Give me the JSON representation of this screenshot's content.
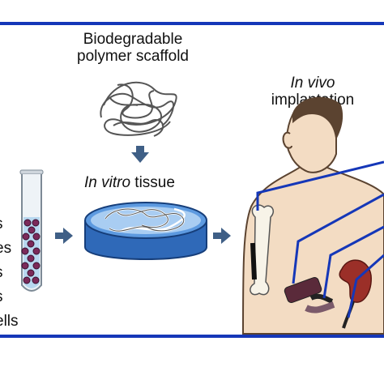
{
  "scaffold": {
    "line1": "Biodegradable",
    "line2": "polymer scaffold"
  },
  "in_vitro": {
    "italic": "In vitro",
    "rest": " tissue"
  },
  "in_vivo": {
    "italic": "In vivo",
    "rest": "implantation"
  },
  "cell_labels": [
    "s",
    "es",
    "s",
    "s",
    "ells"
  ],
  "colors": {
    "frame": "#1537b8",
    "arrow": "#3f5f86",
    "dish": "#3a78c8",
    "cells": "#7b2a5a",
    "skin": "#f3dcc3"
  }
}
